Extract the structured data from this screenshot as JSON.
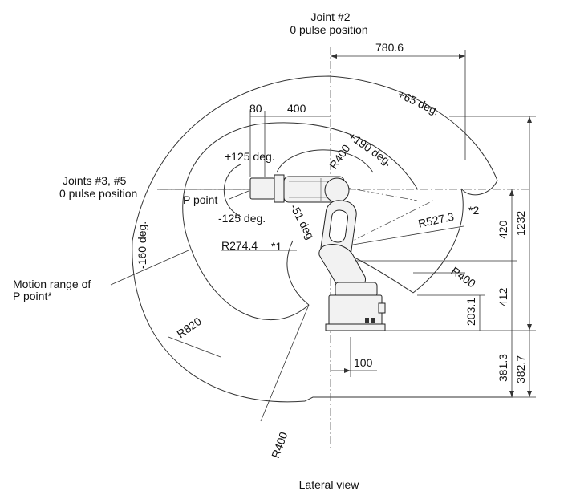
{
  "diagram": {
    "labels": {
      "joint2_line1": "Joint #2",
      "joint2_line2": "0 pulse position",
      "dim_780_6": "780.6",
      "plus65": "+65 deg.",
      "dim_80": "80",
      "dim_400_top": "400",
      "plus190": "+190 deg.",
      "r400_top": "R400",
      "plus125": "+125 deg.",
      "joints35_line1": "Joints #3, #5",
      "joints35_line2": "0 pulse position",
      "p_point": "P point",
      "minus125": "-125 deg.",
      "minus51": "-51 deg",
      "minus160": "-160 deg.",
      "r527": "R527.3",
      "star2": "*2",
      "dim_420": "420",
      "dim_1232": "1232",
      "r274": "R274.4",
      "star1": "*1",
      "motion_line1": "Motion range of",
      "motion_line2": "P point*",
      "r400_right": "R400",
      "dim_412": "412",
      "dim_203_1": "203.1",
      "r820": "R820",
      "dim_100": "100",
      "dim_381_3": "381.3",
      "dim_382_7": "382.7",
      "r400_bottom": "R400",
      "lateral_view": "Lateral view"
    }
  }
}
